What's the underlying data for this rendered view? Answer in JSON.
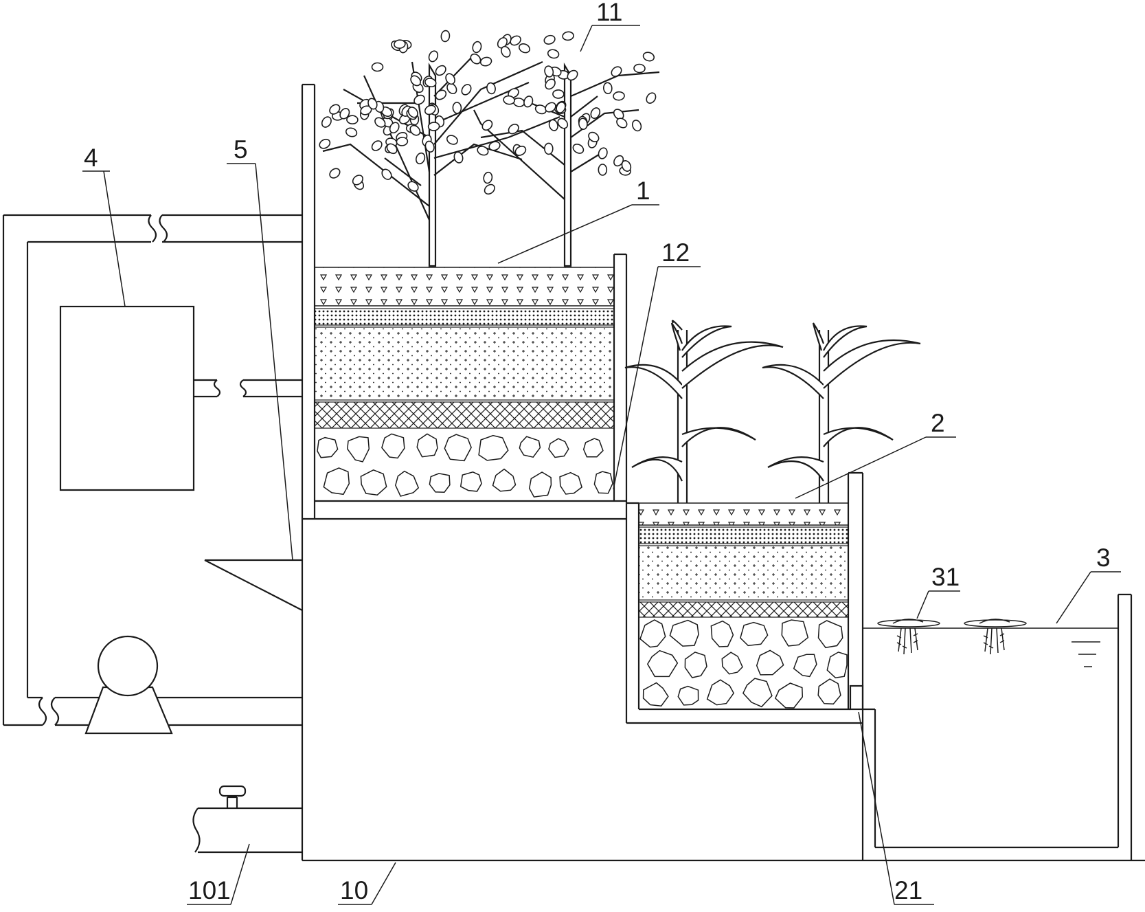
{
  "labels": {
    "l1": "1",
    "l2": "2",
    "l3": "3",
    "l4": "4",
    "l5": "5",
    "l10": "10",
    "l11": "11",
    "l12": "12",
    "l21": "21",
    "l31": "31",
    "l101": "101"
  }
}
